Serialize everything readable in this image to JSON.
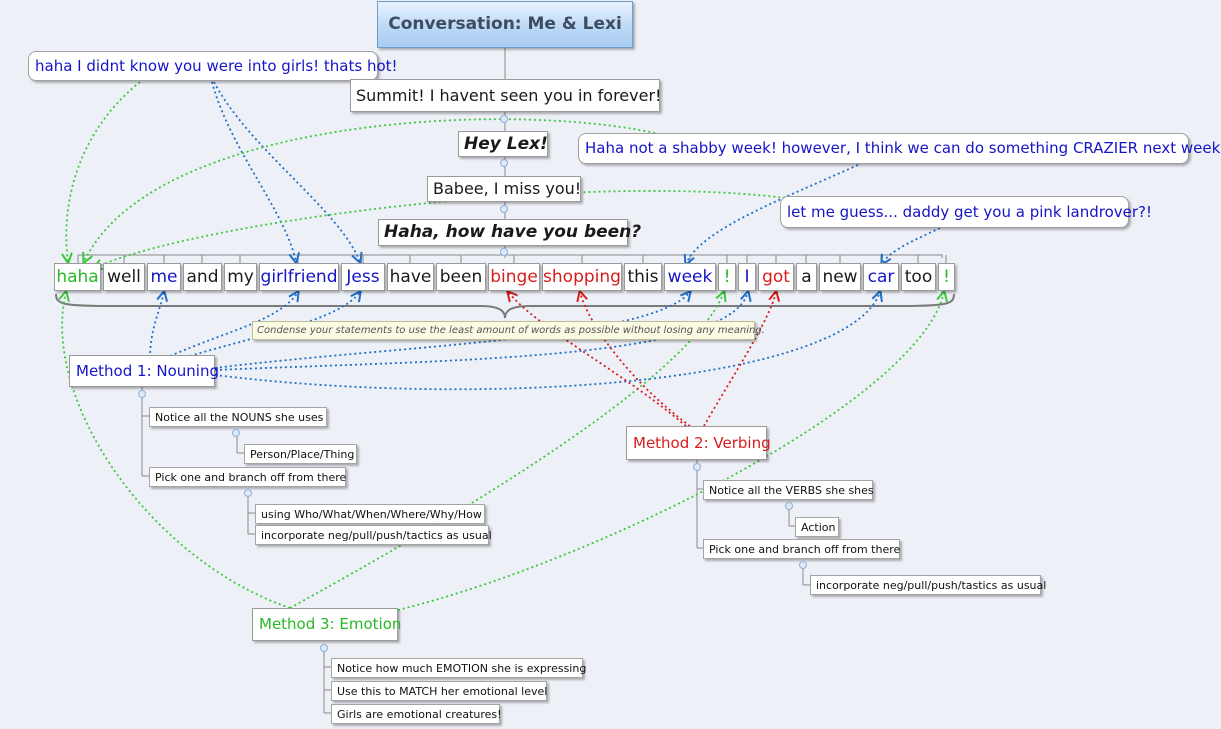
{
  "title": "Conversation: Me & Lexi",
  "replies": {
    "girls": "haha I didnt know you were into girls! thats hot!",
    "week": "Haha not a shabby week! however, I think we can do something CRAZIER next week!",
    "landrover": "let me guess... daddy get you a pink landrover?!"
  },
  "messages": [
    "Summit! I havent seen you in forever!",
    "Hey Lex!",
    "Babee, I miss you!",
    "Haha, how have you been?"
  ],
  "sentence_words": [
    {
      "text": "haha",
      "color": "#28b828"
    },
    {
      "text": "well",
      "color": "#1a1a1a"
    },
    {
      "text": "me",
      "color": "#1515c8"
    },
    {
      "text": "and",
      "color": "#1a1a1a"
    },
    {
      "text": "my",
      "color": "#1a1a1a"
    },
    {
      "text": "girlfriend",
      "color": "#1515c8"
    },
    {
      "text": "Jess",
      "color": "#1515c8"
    },
    {
      "text": "have",
      "color": "#1a1a1a"
    },
    {
      "text": "been",
      "color": "#1a1a1a"
    },
    {
      "text": "binge",
      "color": "#d81c1c"
    },
    {
      "text": "shopping",
      "color": "#d81c1c"
    },
    {
      "text": "this",
      "color": "#1a1a1a"
    },
    {
      "text": "week",
      "color": "#1515c8"
    },
    {
      "text": "!",
      "color": "#28b828"
    },
    {
      "text": "I",
      "color": "#1515c8"
    },
    {
      "text": "got",
      "color": "#d81c1c"
    },
    {
      "text": "a",
      "color": "#1a1a1a"
    },
    {
      "text": "new",
      "color": "#1a1a1a"
    },
    {
      "text": "car",
      "color": "#1515c8"
    },
    {
      "text": "too",
      "color": "#1a1a1a"
    },
    {
      "text": "!",
      "color": "#28b828"
    }
  ],
  "note": "Condense your statements to use the least amount of words as possible without losing any meaning.",
  "methods": {
    "nouning": {
      "label": "Method 1: Nouning",
      "color": "#1515c8",
      "notice": "Notice all the NOUNS she uses",
      "notice_detail": "Person/Place/Thing",
      "pick": "Pick one and branch off from there",
      "pick_details": [
        "using Who/What/When/Where/Why/How",
        "incorporate neg/pull/push/tactics as usual"
      ]
    },
    "verbing": {
      "label": "Method 2: Verbing",
      "color": "#d81c1c",
      "notice": "Notice all the VERBS she shes",
      "notice_detail": "Action",
      "pick": "Pick one and branch off from there",
      "pick_details": [
        "incorporate neg/pull/push/tastics as usual"
      ]
    },
    "emotion": {
      "label": "Method 3: Emotion",
      "color": "#28b828",
      "details": [
        "Notice how much EMOTION she is expressing",
        "Use this to MATCH her emotional level",
        "Girls are emotional creatures!"
      ]
    }
  },
  "colors": {
    "blue_link": "#1f6fc8",
    "green_link": "#3cc83c",
    "red_link": "#d81c1c",
    "connector": "#8a8a8a"
  }
}
